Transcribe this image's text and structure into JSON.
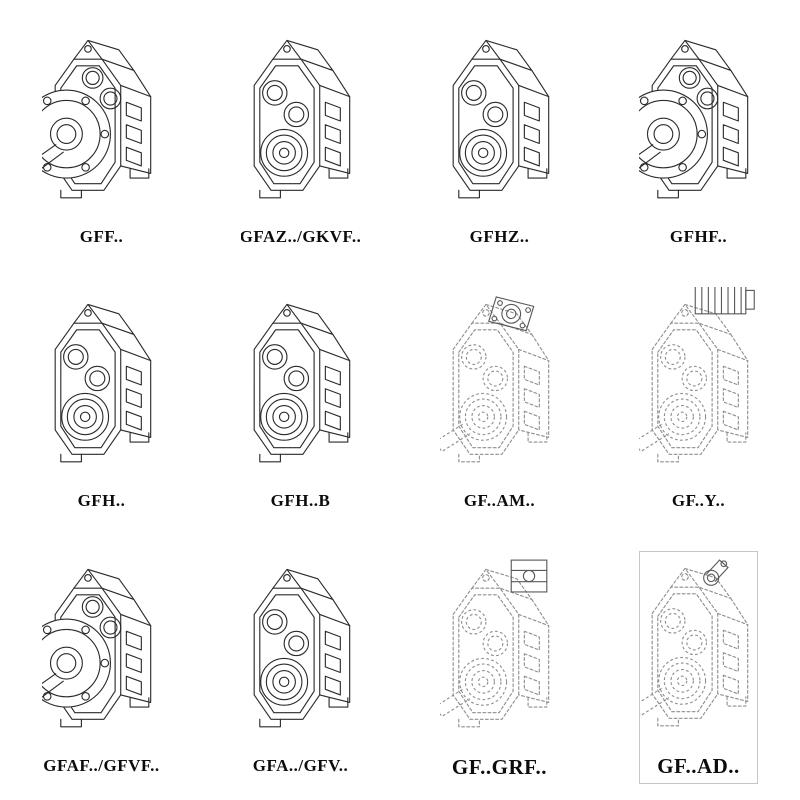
{
  "page": {
    "background": "#ffffff",
    "solid_line_color": "#2b2b2b",
    "dashed_line_color": "#8f8f8f",
    "accessory_line_color": "#5a5a5a"
  },
  "catalog": {
    "cells": [
      {
        "label": "GFF..",
        "icon": "gearbox-output-flange-drawing-icon"
      },
      {
        "label": "GFAZ../GKVF..",
        "icon": "gearbox-shaft-mounted-drawing-icon"
      },
      {
        "label": "GFHZ..",
        "icon": "gearbox-hollow-shaft-drawing-icon"
      },
      {
        "label": "GFHF..",
        "icon": "gearbox-output-flange-drawing-icon"
      },
      {
        "label": "GFH..",
        "icon": "gearbox-foot-mounted-drawing-icon"
      },
      {
        "label": "GFH..B",
        "icon": "gearbox-foot-mounted-b-drawing-icon"
      },
      {
        "label": "GF..AM..",
        "icon": "gearbox-iec-adapter-drawing-icon"
      },
      {
        "label": "GF..Y..",
        "icon": "gearbox-with-motor-drawing-icon"
      },
      {
        "label": "GFAF../GFVF..",
        "icon": "gearbox-output-flange-drawing-icon"
      },
      {
        "label": "GFA../GFV..",
        "icon": "gearbox-foot-mounted-drawing-icon"
      },
      {
        "label": "GF..GRF..",
        "icon": "gearbox-grf-adapter-drawing-icon"
      },
      {
        "label": "GF..AD..",
        "icon": "gearbox-input-shaft-adapter-drawing-icon"
      }
    ]
  }
}
